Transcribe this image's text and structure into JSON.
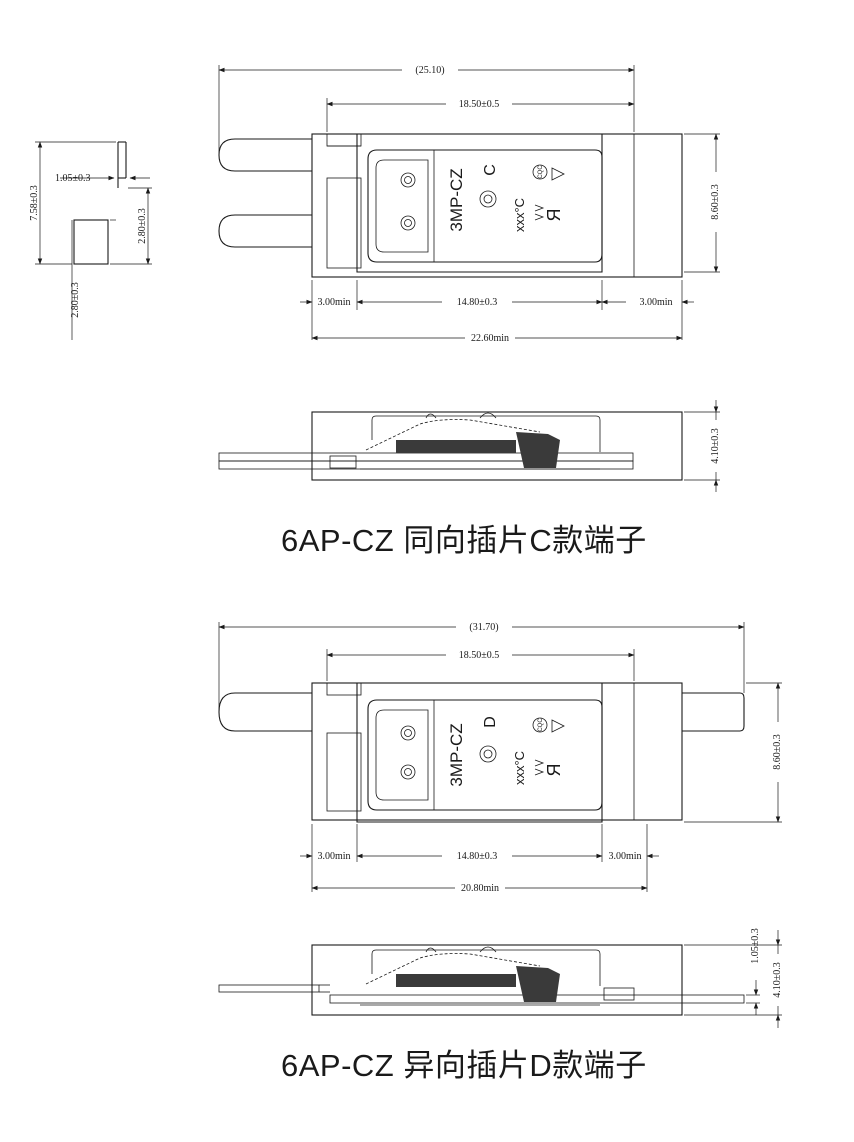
{
  "variant_c": {
    "caption": "6AP-CZ 同向插片C款端子",
    "model_mark": "3MP-CZ",
    "letter_mark": "C",
    "temp_mark": "xxx°C",
    "cqc_mark": "CQC",
    "overall_length": "(25.10)",
    "body_span": "18.50±0.5",
    "height": "8.60±0.3",
    "lead_left": "3.00min",
    "center_span": "14.80±0.3",
    "lead_right": "3.00min",
    "min_total": "22.60min",
    "thickness": "4.10±0.3"
  },
  "terminal_detail": {
    "dim_a": "7.58±0.3",
    "dim_b": "1.05±0.3",
    "dim_c": "2.80±0.3",
    "dim_d": "2.80±0.3"
  },
  "variant_d": {
    "caption": "6AP-CZ 异向插片D款端子",
    "model_mark": "3MP-CZ",
    "letter_mark": "D",
    "temp_mark": "xxx°C",
    "cqc_mark": "CQC",
    "overall_length": "(31.70)",
    "body_span": "18.50±0.5",
    "height": "8.60±0.3",
    "lead_left": "3.00min",
    "center_span": "14.80±0.3",
    "lead_right": "3.00min",
    "min_total": "20.80min",
    "tab_offset": "1.05±0.3",
    "thickness": "4.10±0.3"
  }
}
